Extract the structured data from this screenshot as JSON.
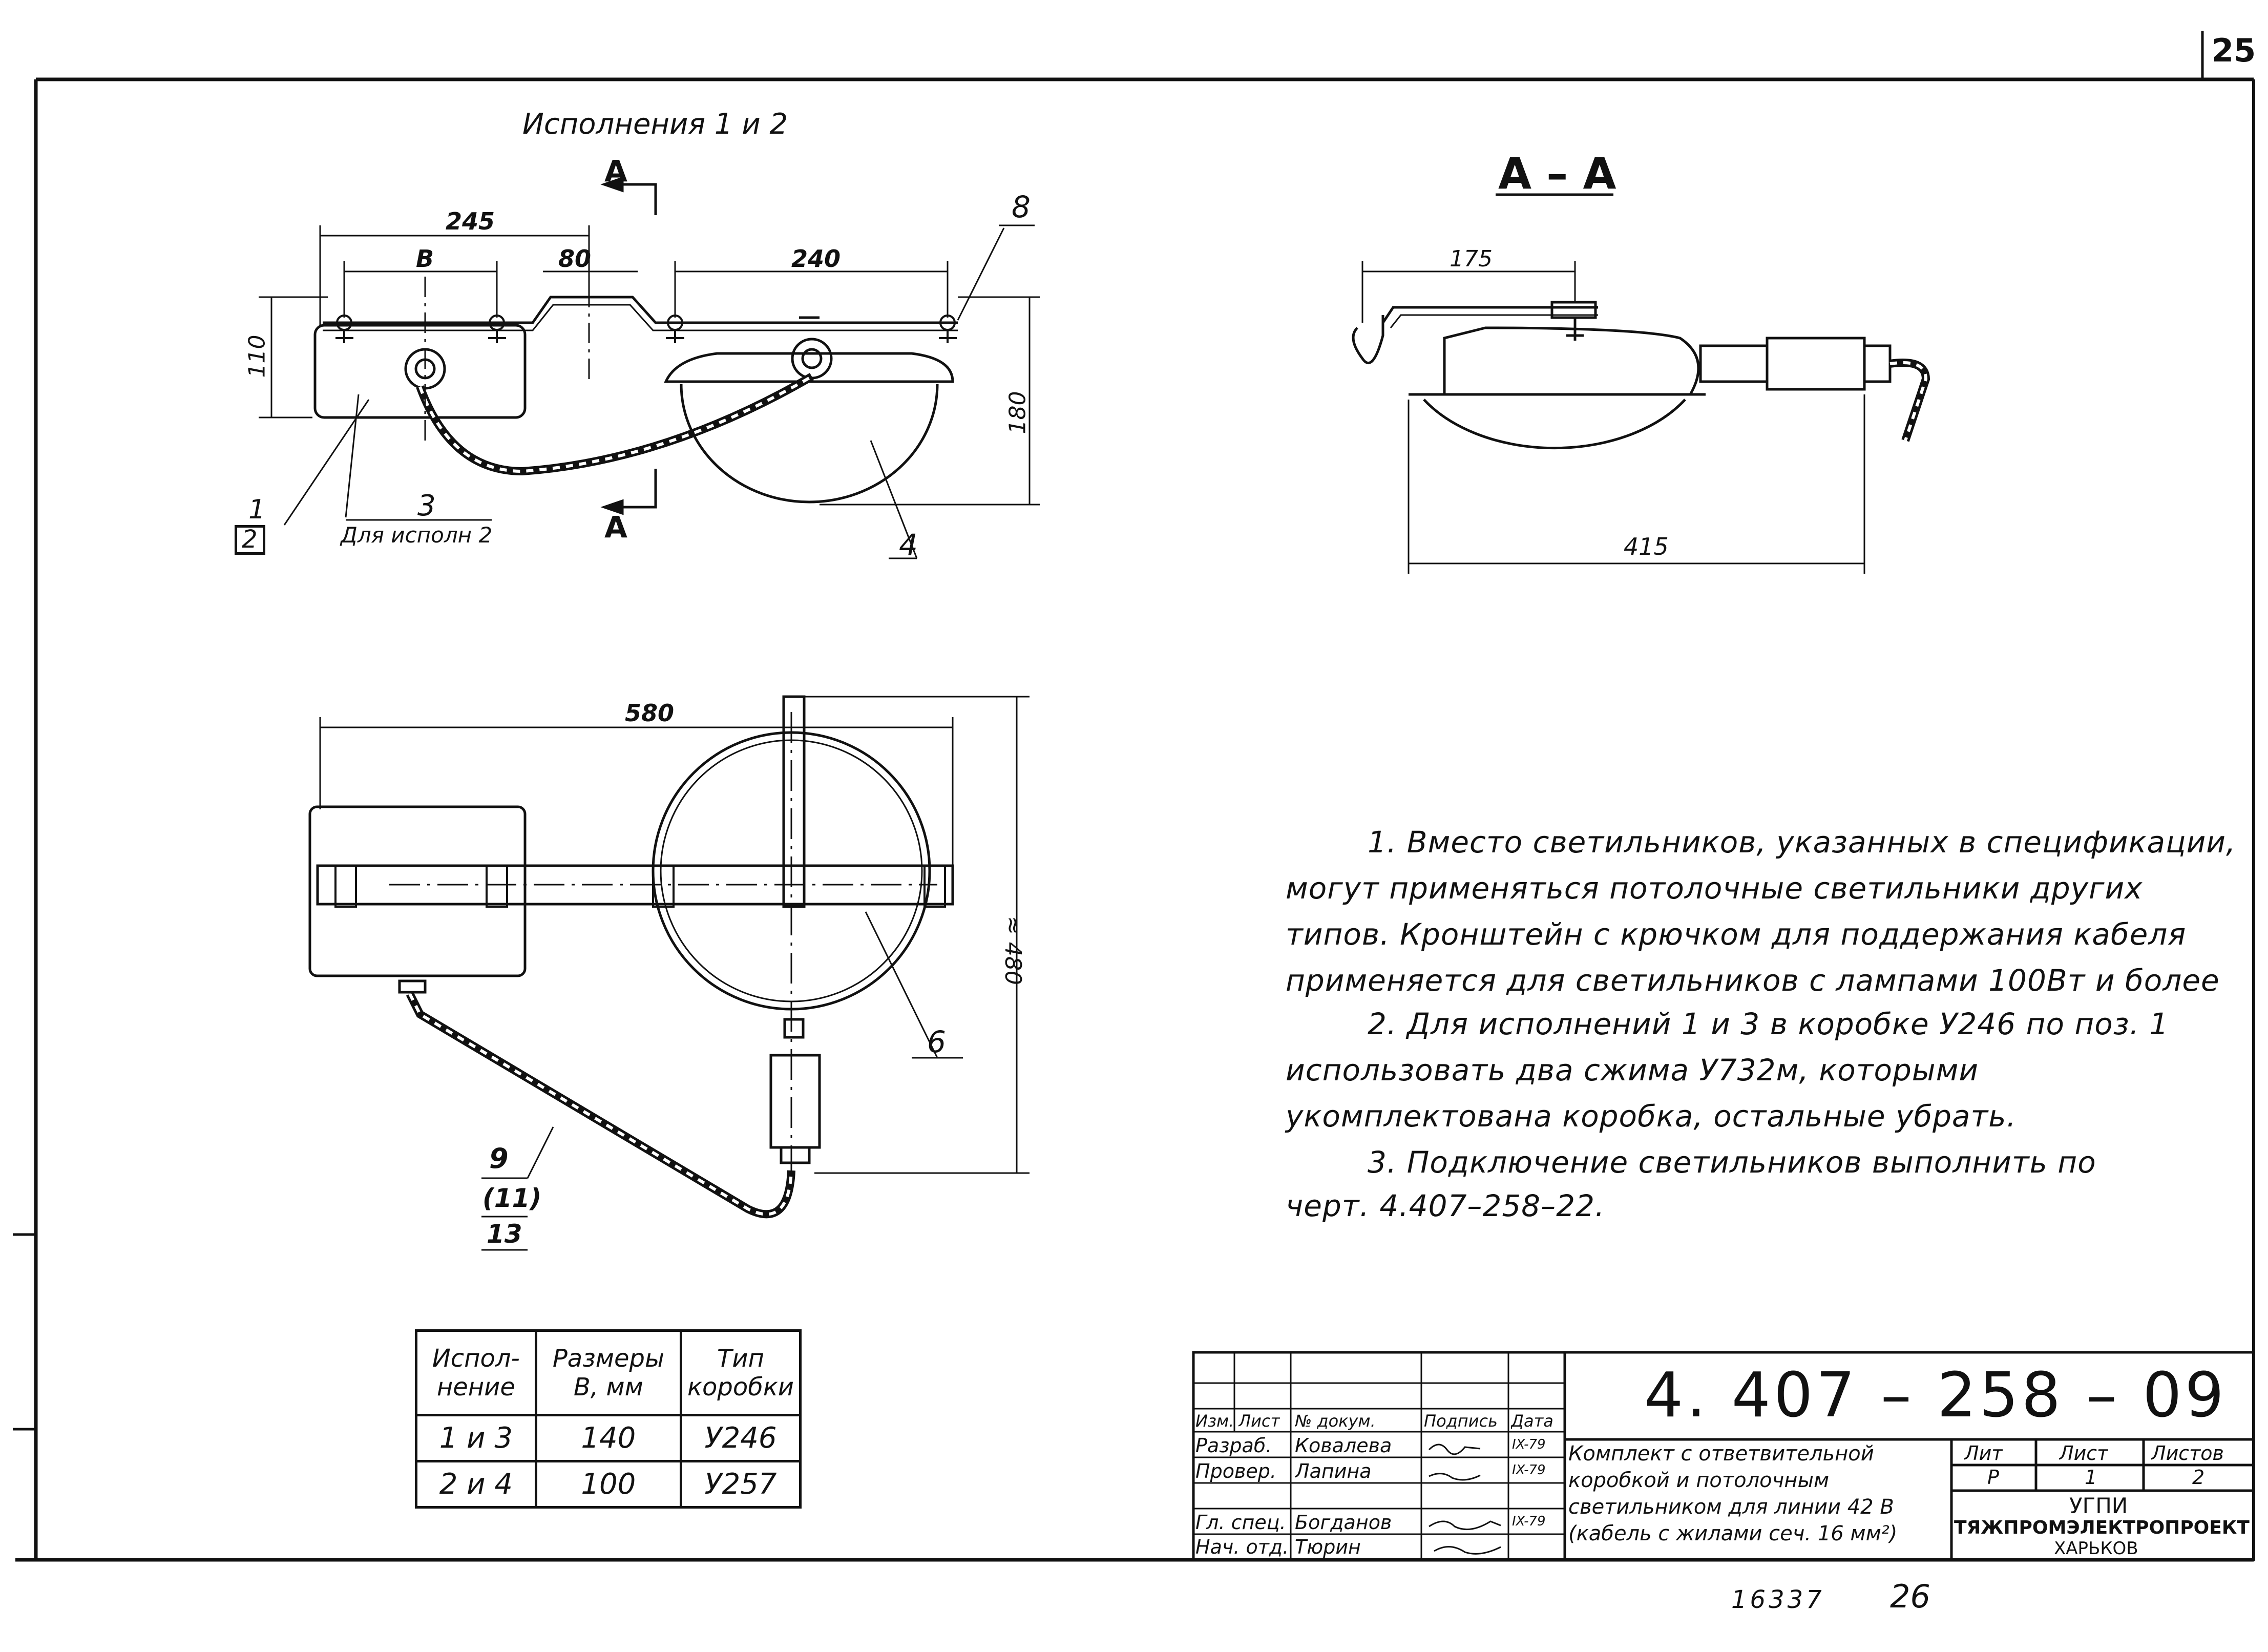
{
  "sheet": {
    "page_number": "25",
    "stamp_numbers": "16337",
    "stamp_page": "26"
  },
  "views": {
    "top_title": "Исполнения 1 и 2",
    "section_title": "А – А",
    "section_marker": "А",
    "dims": {
      "d245": "245",
      "dB": "В",
      "d80": "80",
      "d240": "240",
      "d110": "110",
      "d180": "180",
      "d175": "175",
      "d415": "415",
      "d580": "580",
      "d480": "≈ 480"
    },
    "callouts": {
      "c1": "1",
      "c2": "2",
      "c3": "3",
      "c3_note": "Для исполн 2",
      "c4": "4",
      "c6": "6",
      "c8": "8",
      "c9": "9",
      "c11": "(11)",
      "c13": "13"
    }
  },
  "notes": [
    "1. Вместо светильников, указанных в спецификации,",
    "могут применяться потолочные светильники других",
    "типов. Кронштейн с крючком для поддержания кабеля",
    "применяется для светильников с лампами 100Вт и более",
    "2. Для исполнений 1 и 3 в коробке У246 по поз. 1",
    "использовать два сжима У732м, которыми",
    "укомплектована коробка, остальные убрать.",
    "3. Подключение светильников выполнить по",
    "черт. 4.407–258–22."
  ],
  "spec_table": {
    "headers": [
      "Испол-нение",
      "Размеры В, мм",
      "Тип коробки"
    ],
    "rows": [
      [
        "1 и 3",
        "140",
        "У246"
      ],
      [
        "2 и 4",
        "100",
        "У257"
      ]
    ]
  },
  "title_block": {
    "doc_number": "4. 407 – 258 – 09",
    "col_headers": [
      "Изм.",
      "Лист",
      "№ докум.",
      "Подпись",
      "Дата"
    ],
    "people": [
      {
        "role": "Разраб.",
        "name": "Ковалева",
        "date": "IX-79"
      },
      {
        "role": "Провер.",
        "name": "Лапина",
        "date": "IX-79"
      },
      {
        "role": "Гл. спец.",
        "name": "Богданов",
        "date": "IX-79"
      },
      {
        "role": "Нач. отд.",
        "name": "Тюрин",
        "date": ""
      }
    ],
    "description": [
      "Комплект с ответвительной",
      "коробкой и потолочным",
      "светильником для линии 42 В",
      "(кабель с жилами сеч. 16 мм²)"
    ],
    "lit_label": "Лит",
    "sheet_label": "Лист",
    "sheets_label": "Листов",
    "lit_value": "Р",
    "sheet_value": "1",
    "sheets_value": "2",
    "org_line1": "УГПИ",
    "org_line2": "ТЯЖПРОМЭЛЕКТРОПРОЕКТ",
    "org_line3": "ХАРЬКОВ"
  }
}
